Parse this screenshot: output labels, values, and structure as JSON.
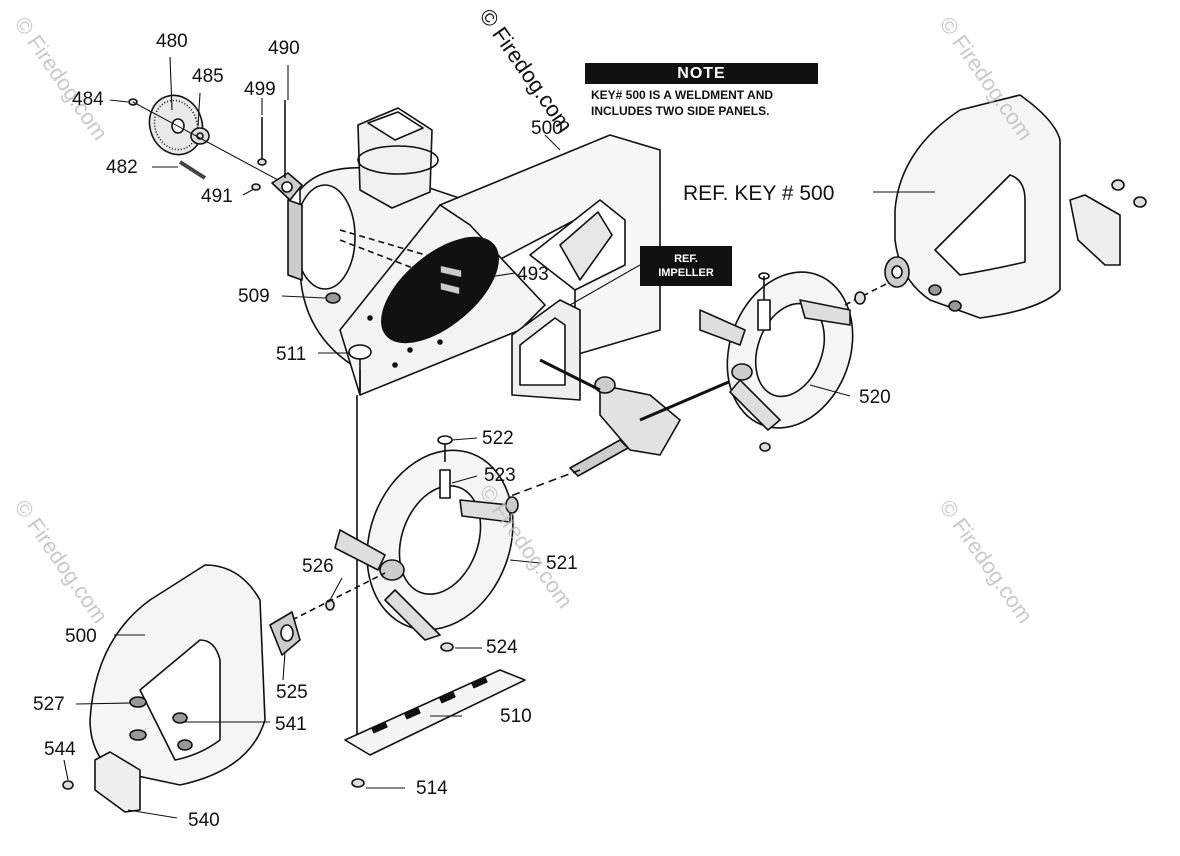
{
  "copyright": "© Firedog.com",
  "watermarks": [
    "© Firedog.com",
    "© Firedog.com",
    "© Firedog.com",
    "© Firedog.com",
    "© Firedog.com"
  ],
  "note": {
    "title": "NOTE",
    "line1": "KEY# 500 IS A WELDMENT AND",
    "line2": "INCLUDES TWO SIDE PANELS."
  },
  "ref_key": "REF. KEY # 500",
  "ref_impeller": {
    "line1": "REF.",
    "line2": "IMPELLER"
  },
  "callouts": {
    "c480": "480",
    "c490": "490",
    "c484": "484",
    "c485": "485",
    "c499": "499",
    "c482": "482",
    "c491": "491",
    "c500_top": "500",
    "c493": "493",
    "c509": "509",
    "c511": "511",
    "c520": "520",
    "c522": "522",
    "c523": "523",
    "c521": "521",
    "c526": "526",
    "c500_left": "500",
    "c524": "524",
    "c525": "525",
    "c527": "527",
    "c541": "541",
    "c510": "510",
    "c544": "544",
    "c514": "514",
    "c540": "540"
  }
}
